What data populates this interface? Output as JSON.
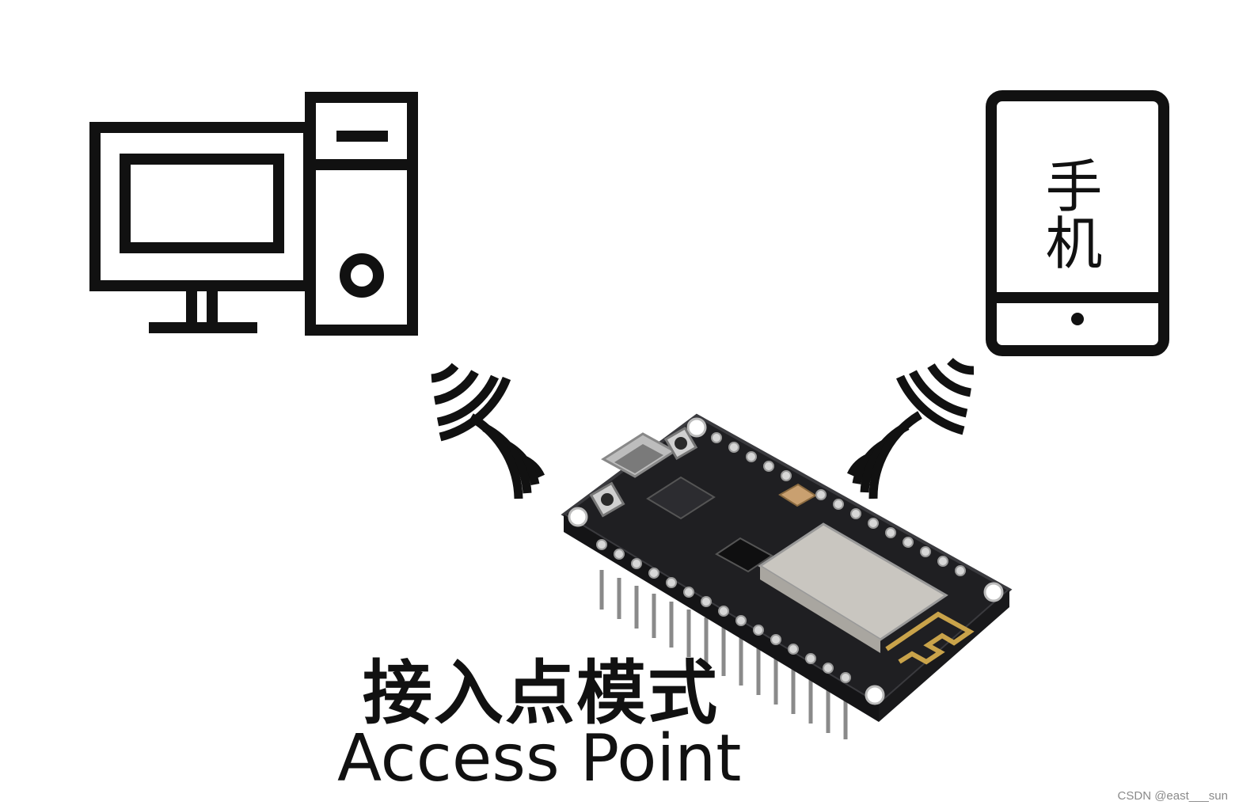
{
  "labels": {
    "phone": "手 机",
    "mode_cn": "接入点模式",
    "mode_en": "Access Point",
    "watermark": "CSDN @east___sun"
  },
  "icons": {
    "computer": "desktop-computer-icon",
    "phone": "mobile-phone-icon",
    "board": "nodemcu-esp8266-board",
    "signal": "wifi-signal-waves-icon"
  },
  "colors": {
    "icon_stroke": "#111111",
    "background": "#ffffff",
    "board_pcb": "#1f1f22",
    "module_shield": "#c9c6c0",
    "antenna": "#c9a34a"
  }
}
